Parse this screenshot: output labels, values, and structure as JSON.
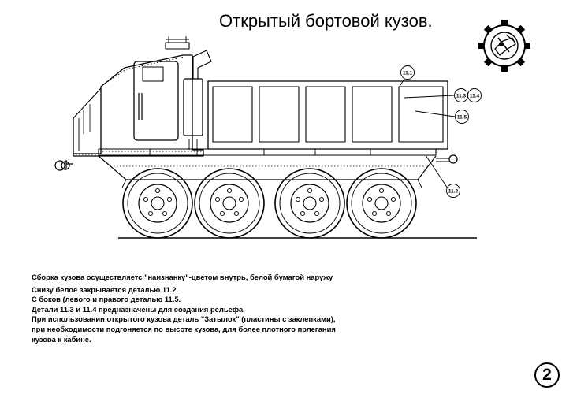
{
  "title": "Открытый бортовой кузов.",
  "callouts": {
    "c111": "11.1",
    "c113": "11.3",
    "c114": "11.4",
    "c115": "11.5",
    "c112": "11.2"
  },
  "notes": {
    "l1": "Сборка кузова осуществляетс \"наизнанку\"-цветом внутрь, белой бумагой наружу",
    "l2": "Снизу белое закрывается деталью 11.2.",
    "l3": "С боков (левого и правого деталью 11.5.",
    "l4": "Детали 11.3 и 11.4 предназначены для создания рельефа.",
    "l5": "При использовании открытого кузова деталь \"Затылок\" (пластины с заклепками),",
    "l6": "при необходимости подгоняется по высоте кузова, для более плотного прлегания",
    "l7": "кузова к кабине."
  },
  "page_number": "2",
  "colors": {
    "ink": "#000000",
    "paper": "#ffffff"
  }
}
